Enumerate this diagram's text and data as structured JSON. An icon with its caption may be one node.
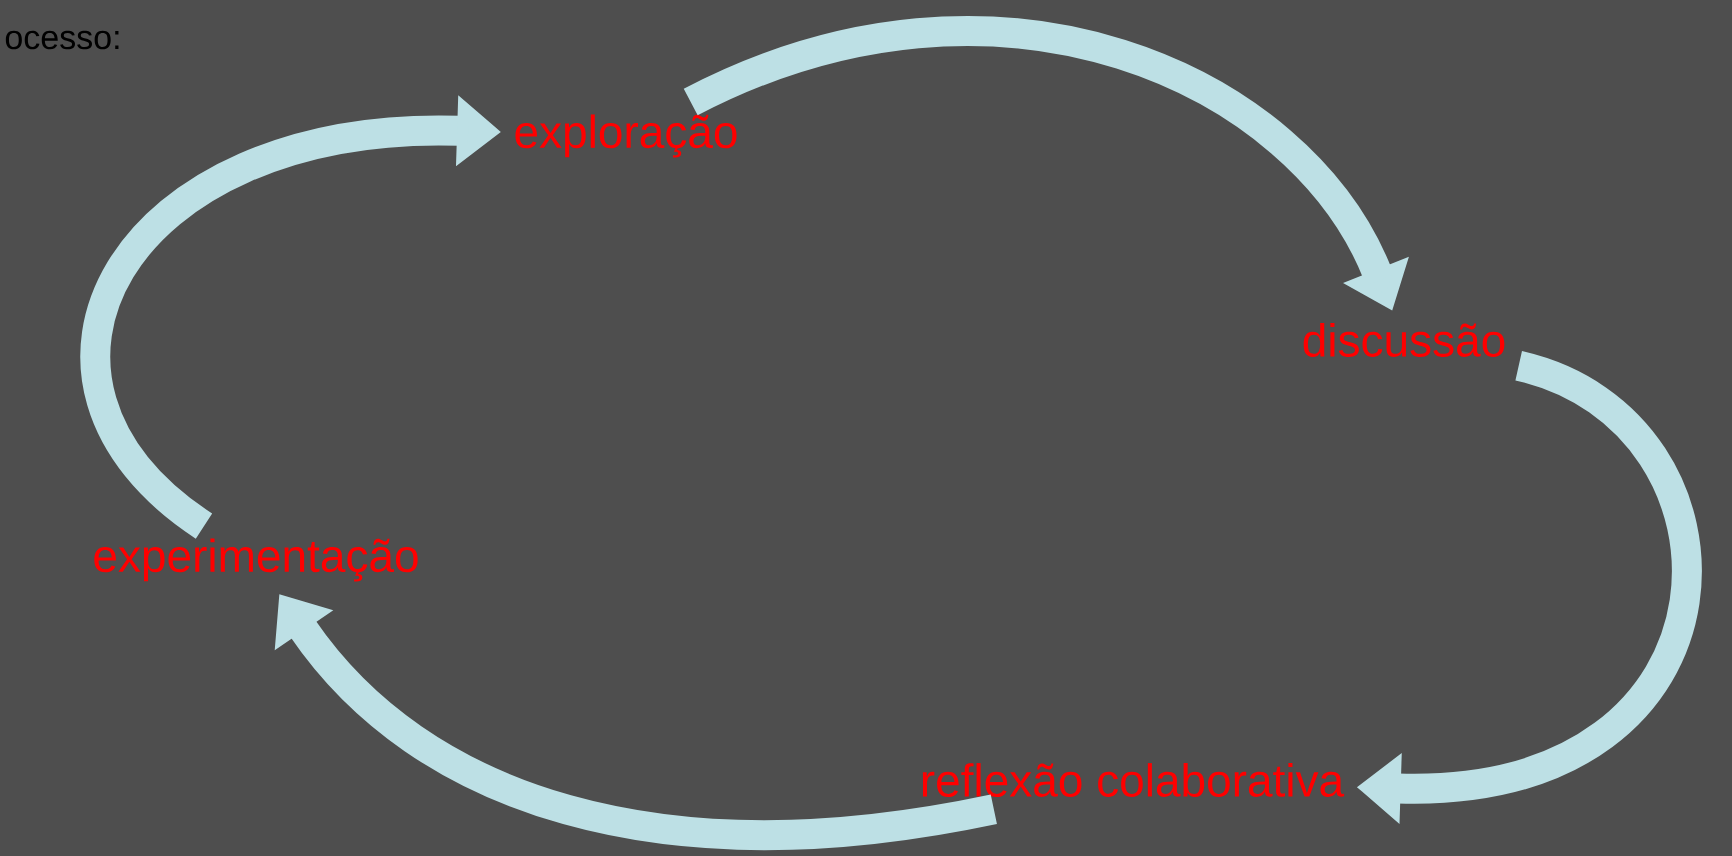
{
  "diagram": {
    "nodes": [
      {
        "text": [
          "exploração"
        ]
      },
      {
        "text": [
          "discussão"
        ]
      },
      {
        "text": [
          "experimentação"
        ]
      },
      {
        "text": [
          "reflexão colaborativa"
        ]
      }
    ],
    "edges": [
      {
        "from": 0,
        "to": 1,
        "arrow": "to"
      },
      {
        "from": 1,
        "to": 3,
        "arrow": "to"
      },
      {
        "from": 3,
        "to": 2,
        "arrow": "to"
      },
      {
        "from": 2,
        "to": 0,
        "arrow": "to"
      }
    ],
    "labels": [
      "ocesso:"
    ]
  }
}
